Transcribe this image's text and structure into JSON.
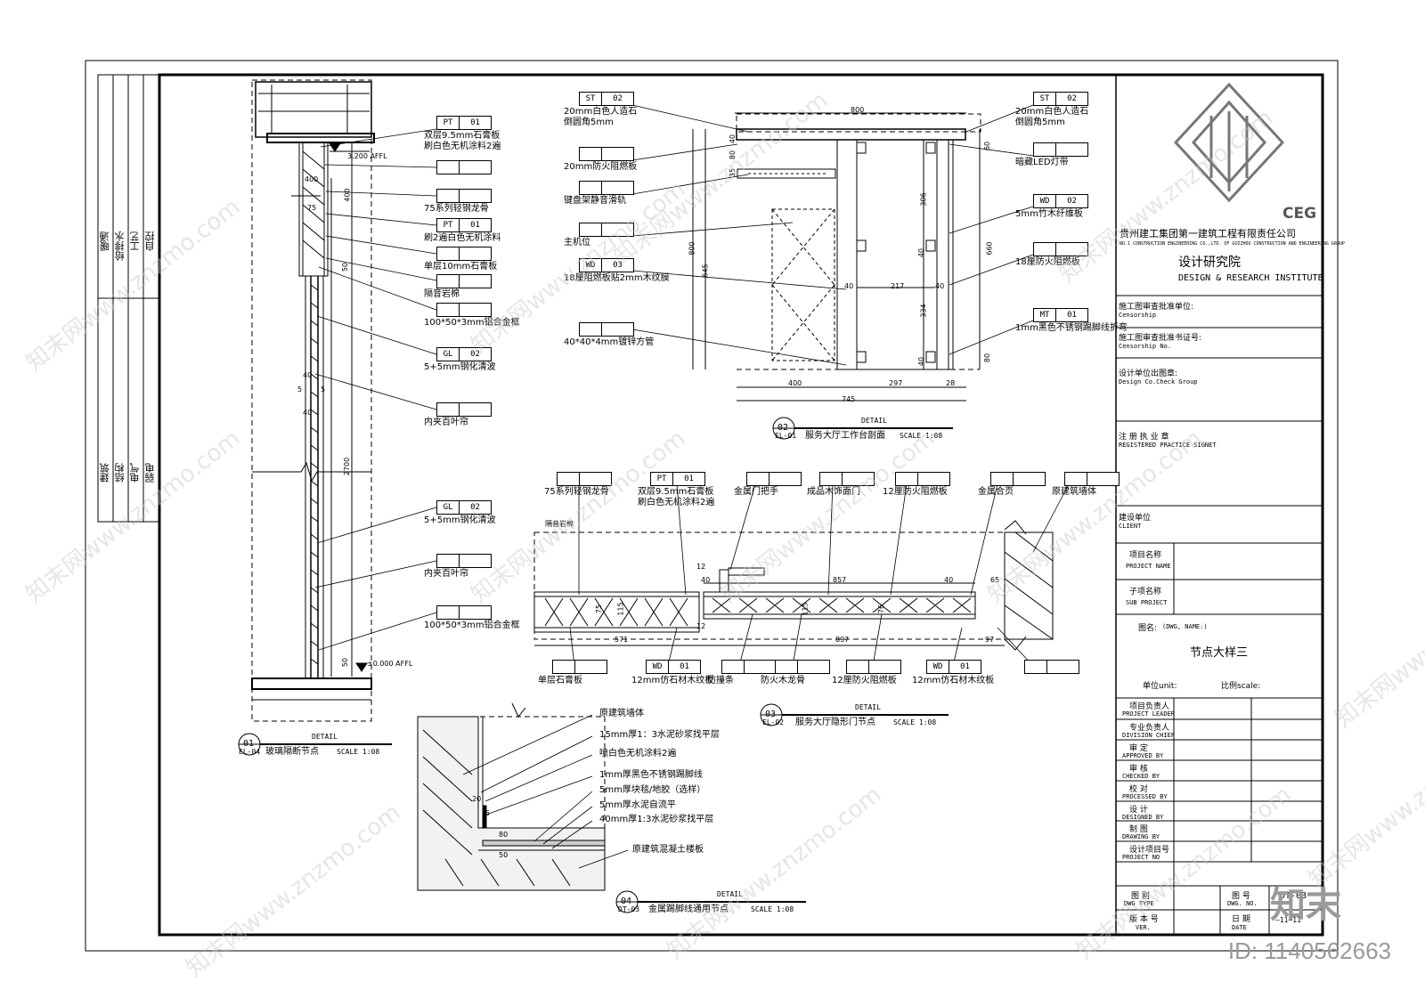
{
  "stamp_col": {
    "group1": [
      "暖通",
      "给排水",
      "工艺",
      "自控"
    ],
    "group2": [
      "建筑",
      "结构",
      "电气",
      "弱电"
    ]
  },
  "company": {
    "logo_text": "CEG",
    "name_cn": "贵州建工集团第一建筑工程有限责任公司",
    "name_en": "NO.1 CONSTRUCTION ENGINEERING CO.,LTD. OF GUIZHOU CONSTRUCTION AND ENGINEERING GROUP",
    "institute_cn": "设计研究院",
    "institute_en": "DESIGN & RESEARCH INSTITUTE"
  },
  "title_block": {
    "censorship_cn": "施工图审查批准单位:",
    "censorship_en": "Censorship",
    "censorship_no_cn": "施工图审查批准书证号:",
    "censorship_no_en": "Censorship No.",
    "check_cn": "设计单位出图章:",
    "check_en": "Design Co.Check Group",
    "signet_cn": "注 册 执 业 章",
    "signet_en": "REGISTERED PRACTICE SIGNET",
    "client_cn": "建设单位",
    "client_en": "CLIENT",
    "project_cn": "项目名称",
    "project_en": "PROJECT NAME",
    "sub_cn": "子项名称",
    "sub_en": "SUB PROJECT",
    "dwg_name_cn": "图名:",
    "dwg_name_en": "(DWG, NAME:)",
    "dwg_title": "节点大样三",
    "unit": "单位unit:",
    "scale": "比例scale:",
    "roles": [
      {
        "cn": "项目负责人",
        "en": "PROJECT LEADER"
      },
      {
        "cn": "专业负责人",
        "en": "DIVISION CHIEF"
      },
      {
        "cn": "审 定",
        "en": "APPROVED BY"
      },
      {
        "cn": "审 核",
        "en": "CHECKED BY"
      },
      {
        "cn": "校 对",
        "en": "PROCESSED BY"
      },
      {
        "cn": "设 计",
        "en": "DESIGNED BY"
      },
      {
        "cn": "制 图",
        "en": "DRAWING BY"
      },
      {
        "cn": "设计项目号",
        "en": "PROJECT NO"
      }
    ],
    "dwg_type_cn": "图 别",
    "dwg_type_en": "DWG TYPE",
    "version_cn": "版 本 号",
    "version_en": "VER.",
    "dwg_no_cn": "图 号",
    "dwg_no_en": "DWG. NO.",
    "dwg_no": "DT-03",
    "date_cn": "日 期",
    "date_en": "DATE",
    "date_val": "—11—11"
  },
  "detail01": {
    "num": "01",
    "ref": "EL-04",
    "title": "玻璃隔断节点",
    "detail_word": "DETAIL",
    "scale": "SCALE 1:08",
    "level_top": "3.200 AFFL",
    "level_bot": "±0.000 AFFL",
    "tags": [
      {
        "code": "PT",
        "num": "01",
        "label": "双层9.5mm石膏板\n刷白色无机涂料2遍"
      },
      {
        "code": "",
        "num": "",
        "label": ""
      },
      {
        "code": "",
        "num": "",
        "label": "75系列轻钢龙骨"
      },
      {
        "code": "PT",
        "num": "01",
        "label": "刷2遍白色无机涂料"
      },
      {
        "code": "",
        "num": "",
        "label": "单层10mm石膏板"
      },
      {
        "code": "",
        "num": "",
        "label": "隔音岩棉"
      },
      {
        "code": "",
        "num": "",
        "label": "100*50*3mm铝合金框"
      },
      {
        "code": "GL",
        "num": "02",
        "label": "5+5mm钢化清波"
      },
      {
        "code": "",
        "num": "",
        "label": "内夹百叶帘"
      },
      {
        "code": "GL",
        "num": "02",
        "label": "5+5mm钢化清波"
      },
      {
        "code": "",
        "num": "",
        "label": "内夹百叶帘"
      },
      {
        "code": "",
        "num": "",
        "label": "100*50*3mm铝合金框"
      }
    ],
    "dims": [
      "400",
      "400",
      "75",
      "50",
      "2700",
      "50",
      "5",
      "5",
      "40",
      "40"
    ]
  },
  "detail02": {
    "num": "02",
    "ref": "EL-01",
    "title": "服务大厅工作台剖面",
    "detail_word": "DETAIL",
    "scale": "SCALE 1:08",
    "left_tags": [
      {
        "code": "ST",
        "num": "02",
        "label": "20mm白色人造石\n倒圆角5mm"
      },
      {
        "code": "",
        "num": "",
        "label": "20mm防火阻燃板"
      },
      {
        "code": "",
        "num": "",
        "label": "键盘架静音滑轨"
      },
      {
        "code": "",
        "num": "",
        "label": "主机位"
      },
      {
        "code": "WD",
        "num": "03",
        "label": "18厘阻燃板贴2mm木纹膜"
      },
      {
        "code": "",
        "num": "",
        "label": "40*40*4mm镀锌方管"
      }
    ],
    "right_tags": [
      {
        "code": "ST",
        "num": "02",
        "label": "20mm白色人造石\n倒圆角5mm"
      },
      {
        "code": "",
        "num": "",
        "label": "暗藏LED灯带"
      },
      {
        "code": "WD",
        "num": "02",
        "label": "5mm竹木纤维板"
      },
      {
        "code": "",
        "num": "",
        "label": "18厘防火阻燃板"
      },
      {
        "code": "MT",
        "num": "01",
        "label": "1mm黑色不锈钢踢脚线折弯"
      }
    ],
    "dims": [
      "800",
      "40",
      "80",
      "35",
      "800",
      "645",
      "40",
      "217",
      "40",
      "306",
      "40",
      "334",
      "40",
      "60",
      "660",
      "80",
      "400",
      "297",
      "28",
      "745"
    ]
  },
  "detail03": {
    "num": "03",
    "ref": "EL-02",
    "title": "服务大厅隐形门节点",
    "detail_word": "DETAIL",
    "scale": "SCALE 1:08",
    "top_tags": [
      {
        "code": "",
        "num": "",
        "label": "75系列轻钢龙骨"
      },
      {
        "code": "PT",
        "num": "01",
        "label": "双层9.5mm石膏板\n刷白色无机涂料2遍"
      },
      {
        "code": "",
        "num": "",
        "label": "金属门把手"
      },
      {
        "code": "",
        "num": "",
        "label": "成品木饰面门"
      },
      {
        "code": "",
        "num": "",
        "label": "12厘防火阻燃板"
      },
      {
        "code": "",
        "num": "",
        "label": "金属合页"
      },
      {
        "code": "",
        "num": "",
        "label": "原建筑墙体"
      }
    ],
    "extra_top": "隔音岩棉",
    "bottom_tags": [
      {
        "code": "",
        "num": "",
        "label": "单层石膏板"
      },
      {
        "code": "WD",
        "num": "01",
        "label": "12mm仿石材木纹板"
      },
      {
        "code": "",
        "num": "",
        "label": "防撞条"
      },
      {
        "code": "",
        "num": "",
        "label": "防火木龙骨"
      },
      {
        "code": "",
        "num": "",
        "label": "12厘防火阻燃板"
      },
      {
        "code": "WD",
        "num": "01",
        "label": "12mm仿石材木纹板"
      },
      {
        "code": "",
        "num": "",
        "label": ""
      }
    ],
    "dims": [
      "12",
      "40",
      "857",
      "40",
      "65",
      "12",
      "75",
      "115",
      "115",
      "76",
      "571",
      "897",
      "97"
    ]
  },
  "detail04": {
    "num": "04",
    "ref": "DT-03",
    "title": "金属踢脚线通用节点",
    "detail_word": "DETAIL",
    "scale": "SCALE 1:08",
    "labels": [
      "原建筑墙体",
      "15mm厚1：3水泥砂浆找平层",
      "喷白色无机涂料2遍",
      "1mm厚黑色不锈钢踢脚线",
      "5mm厚块毯/地胶（选样）",
      "5mm厚水泥自流平",
      "40mm厚1:3水泥砂浆找平层",
      "原建筑混凝土楼板"
    ],
    "dims": [
      "20",
      "5",
      "80",
      "50"
    ]
  },
  "watermark": "知末网www.znzmo.com",
  "brand": "知末",
  "id_text": "ID: 1140562663",
  "colors": {
    "line": "#000000",
    "watermark": "#c8c8c8"
  }
}
